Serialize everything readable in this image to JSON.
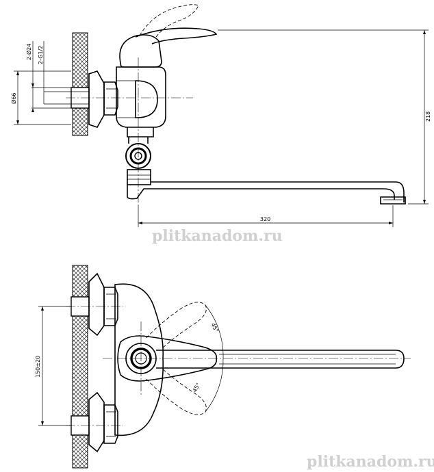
{
  "dimensions": {
    "side_view": {
      "d_inlet_1": "2-Ø24",
      "d_inlet_2": "2-G1/2",
      "d_body": "Ø66",
      "height": "218",
      "spout_length": "320"
    },
    "top_view": {
      "center_distance": "150±20",
      "angle_upper": "45°",
      "angle_lower": "45°"
    }
  },
  "watermarks": {
    "upper": "plitkanadom.ru",
    "lower": "plitkanadom.ru"
  }
}
